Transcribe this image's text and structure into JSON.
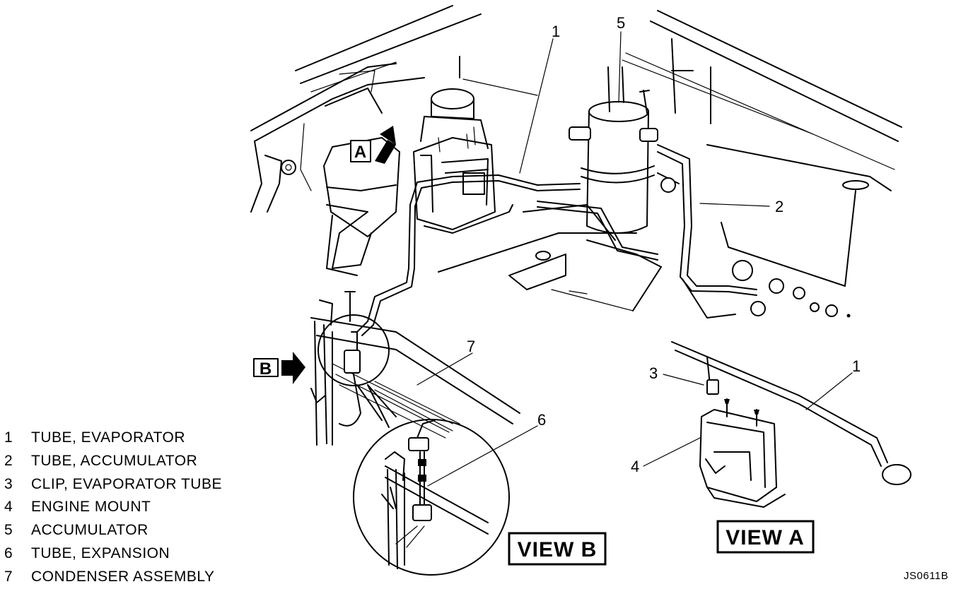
{
  "diagram": {
    "callouts": [
      "1",
      "2",
      "3",
      "4",
      "5",
      "6",
      "7",
      "1"
    ],
    "view_a_label": "VIEW A",
    "view_b_label": "VIEW B",
    "arrow_a_letter": "A",
    "arrow_b_letter": "B",
    "drawing_id": "JS0611B"
  },
  "legend": [
    {
      "num": "1",
      "label": "TUBE, EVAPORATOR"
    },
    {
      "num": "2",
      "label": "TUBE, ACCUMULATOR"
    },
    {
      "num": "3",
      "label": "CLIP, EVAPORATOR TUBE"
    },
    {
      "num": "4",
      "label": "ENGINE MOUNT"
    },
    {
      "num": "5",
      "label": "ACCUMULATOR"
    },
    {
      "num": "6",
      "label": "TUBE, EXPANSION"
    },
    {
      "num": "7",
      "label": "CONDENSER ASSEMBLY"
    }
  ]
}
